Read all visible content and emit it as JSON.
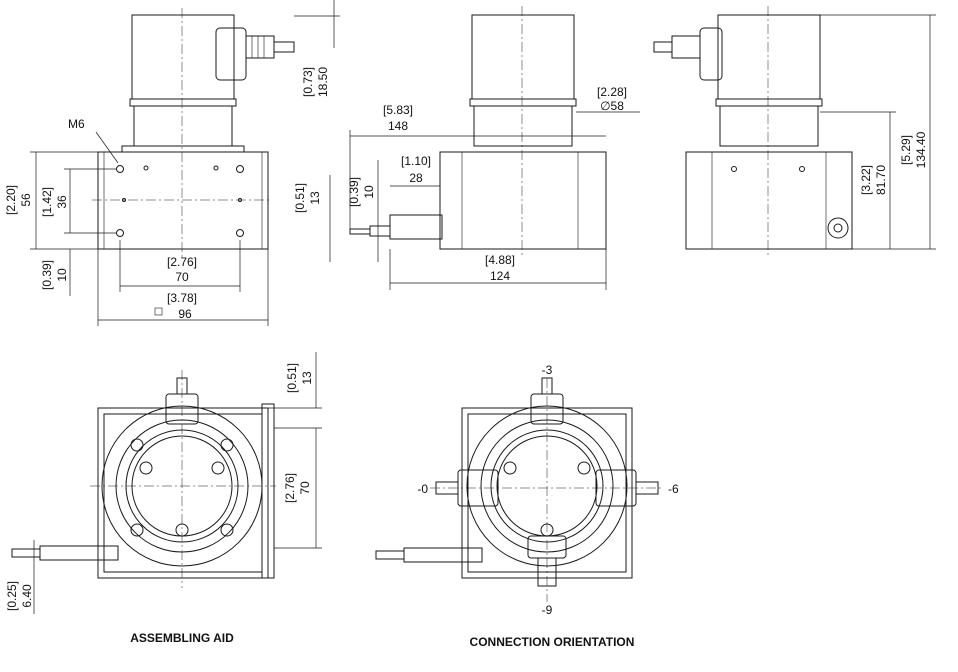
{
  "front_view": {
    "thread_label": "M6",
    "height_in": "[2.20]",
    "height_mm": "56",
    "hole_span_v_in": "[1.42]",
    "hole_span_v_mm": "36",
    "base_offset_in": "[0.39]",
    "base_offset_mm": "10",
    "hole_span_h_in": "[2.76]",
    "hole_span_h_mm": "70",
    "width_in": "[3.78]",
    "width_mm": "96",
    "square_symbol": "□"
  },
  "side_view": {
    "length_in": "[5.83]",
    "length_mm": "148",
    "pin_offset_in": "[1.10]",
    "pin_offset_mm": "28",
    "pin_height_in": "[0.39]",
    "pin_height_mm": "10",
    "pin_total_in": "[0.51]",
    "pin_total_mm": "13",
    "body_length_in": "[4.88]",
    "body_length_mm": "124",
    "diameter_in": "[2.28]",
    "diameter_mm": "∅58",
    "connector_in": "[0.73]",
    "connector_mm": "18.50"
  },
  "rear_view": {
    "center_height_in": "[3.22]",
    "center_height_mm": "81.70",
    "total_height_in": "[5.29]",
    "total_height_mm": "134.40"
  },
  "assembling_aid": {
    "caption": "ASSEMBLING AID",
    "top_in": "[0.51]",
    "top_mm": "13",
    "span_in": "[2.76]",
    "span_mm": "70",
    "bottom_in": "[0.25]",
    "bottom_mm": "6.40"
  },
  "connection_orientation": {
    "caption": "CONNECTION ORIENTATION",
    "top": "-3",
    "left": "-0",
    "right": "-6",
    "bottom": "-9"
  }
}
